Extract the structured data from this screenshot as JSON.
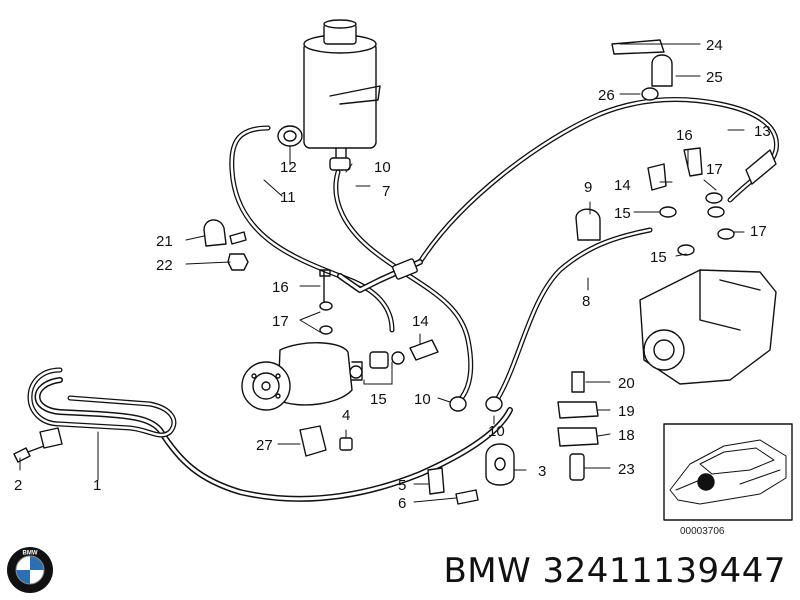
{
  "diagram": {
    "callouts": [
      "1",
      "2",
      "3",
      "4",
      "5",
      "6",
      "7",
      "8",
      "9",
      "10",
      "10",
      "10",
      "11",
      "12",
      "13",
      "14",
      "14",
      "15",
      "15",
      "15",
      "16",
      "16",
      "17",
      "17",
      "17",
      "18",
      "19",
      "20",
      "21",
      "22",
      "23",
      "24",
      "25",
      "26",
      "27"
    ],
    "inset_code": "00003706"
  },
  "footer": {
    "brand": "BMW",
    "part_number": "32411139447",
    "logo_name": "bmw-roundel-logo",
    "logo_letters": "BMW"
  },
  "colors": {
    "line": "#111111",
    "logo_blue": "#2c6fb5",
    "logo_ring": "#111111"
  }
}
